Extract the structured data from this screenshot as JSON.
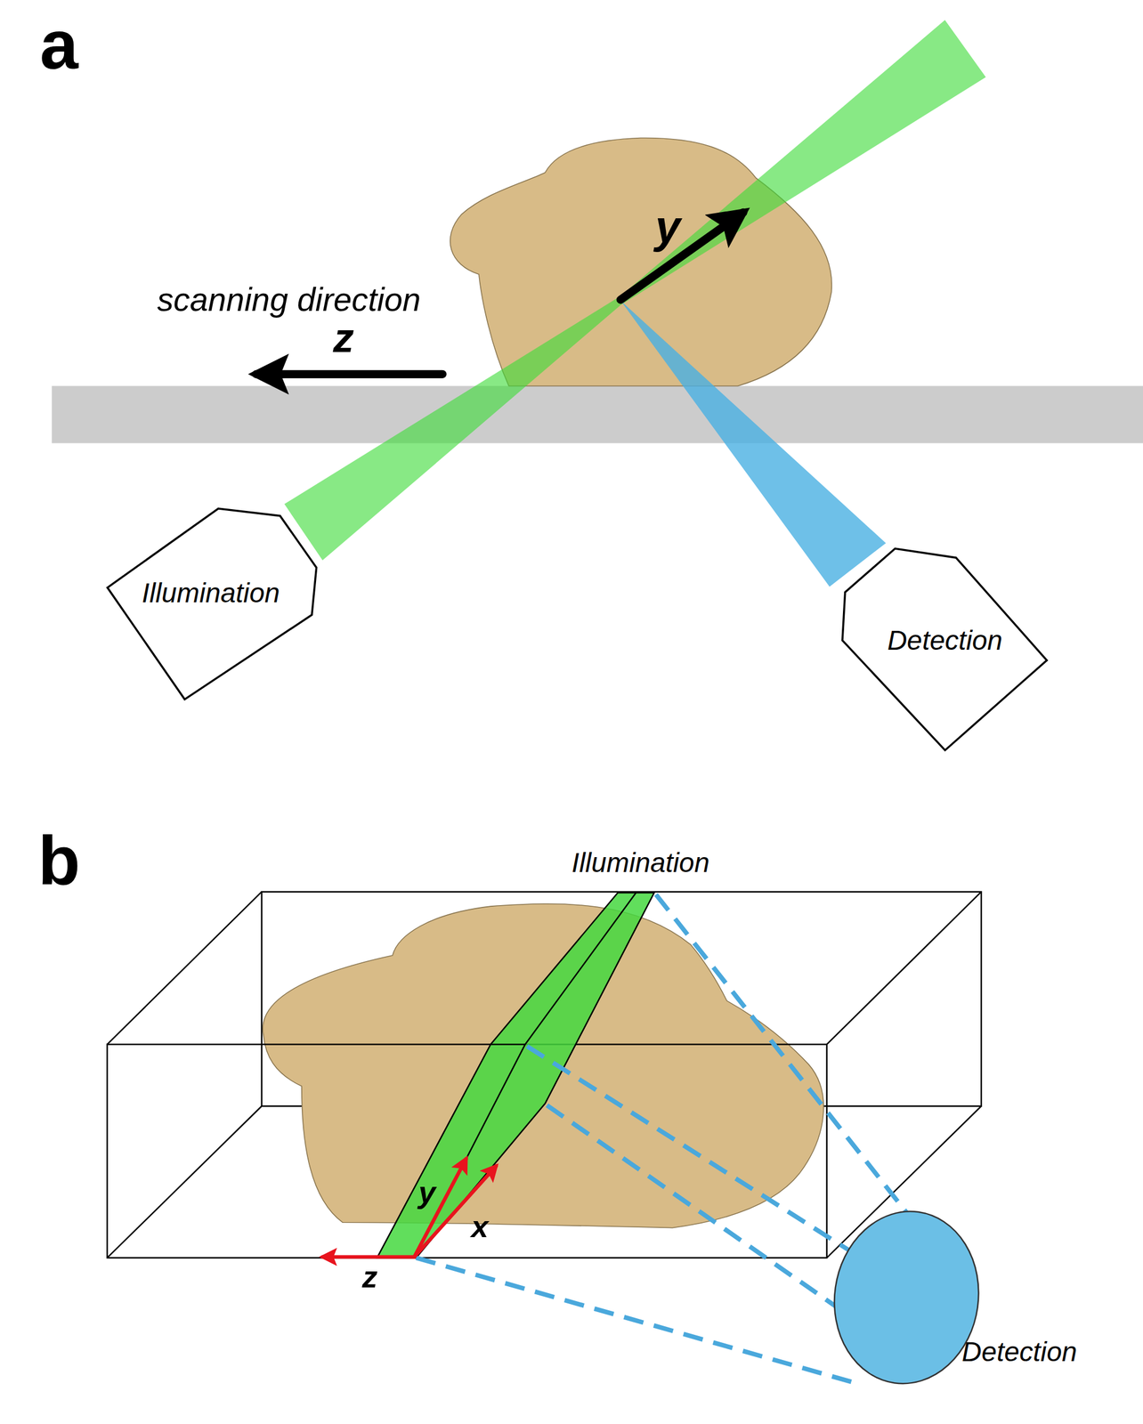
{
  "diagram": {
    "nodes": [
      {
        "text": [
          "Illumination"
        ]
      },
      {
        "text": [
          "Detection"
        ]
      },
      {
        "text": [
          "Detection"
        ]
      }
    ],
    "labels": [
      "a",
      "y",
      "scanning direction",
      "z",
      "b",
      "Illumination",
      "y",
      "x",
      "z"
    ]
  }
}
